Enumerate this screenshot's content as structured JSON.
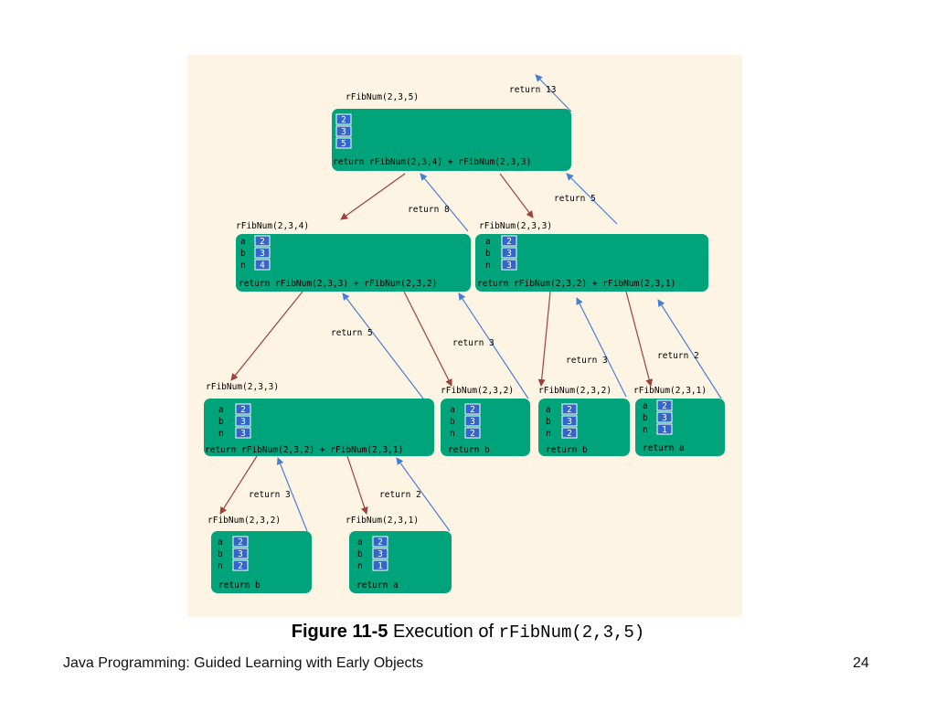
{
  "colors": {
    "box": "#00a37a",
    "call_arrow": "#a0403a",
    "return_arrow": "#4a7fcf",
    "panel": "#fdf4e4"
  },
  "nodes": [
    {
      "id": "n0",
      "call": "rFibNum(2,3,5)",
      "a": "2",
      "b": "3",
      "n": "5",
      "expr": "return rFibNum(2,3,4) + rFibNum(2,3,3)"
    },
    {
      "id": "n1",
      "call": "rFibNum(2,3,4)",
      "a": "2",
      "b": "3",
      "n": "4",
      "expr": "return rFibNum(2,3,3) + rFibNum(2,3,2)"
    },
    {
      "id": "n2",
      "call": "rFibNum(2,3,3)",
      "a": "2",
      "b": "3",
      "n": "3",
      "expr": "return rFibNum(2,3,2) + rFibNum(2,3,1)"
    },
    {
      "id": "n3",
      "call": "rFibNum(2,3,3)",
      "a": "2",
      "b": "3",
      "n": "3",
      "expr": "return rFibNum(2,3,2) + rFibNum(2,3,1)"
    },
    {
      "id": "n4",
      "call": "rFibNum(2,3,2)",
      "a": "2",
      "b": "3",
      "n": "2",
      "expr": "return b"
    },
    {
      "id": "n5",
      "call": "rFibNum(2,3,2)",
      "a": "2",
      "b": "3",
      "n": "2",
      "expr": "return b"
    },
    {
      "id": "n6",
      "call": "rFibNum(2,3,1)",
      "a": "2",
      "b": "3",
      "n": "1",
      "expr": "return a"
    },
    {
      "id": "n7",
      "call": "rFibNum(2,3,2)",
      "a": "2",
      "b": "3",
      "n": "2",
      "expr": "return b"
    },
    {
      "id": "n8",
      "call": "rFibNum(2,3,1)",
      "a": "2",
      "b": "3",
      "n": "1",
      "expr": "return a"
    }
  ],
  "var_labels": {
    "a": "a",
    "b": "b",
    "n": "n"
  },
  "returns": [
    {
      "id": "r0",
      "text": "return 13"
    },
    {
      "id": "r1",
      "text": "return 8"
    },
    {
      "id": "r2",
      "text": "return 5"
    },
    {
      "id": "r3",
      "text": "return 5"
    },
    {
      "id": "r4",
      "text": "return 3"
    },
    {
      "id": "r5",
      "text": "return 3"
    },
    {
      "id": "r6",
      "text": "return 2"
    },
    {
      "id": "r7",
      "text": "return 3"
    },
    {
      "id": "r8",
      "text": "return 2"
    }
  ],
  "caption": {
    "figure": "Figure 11-5",
    "text": " Execution of ",
    "code": "rFibNum(2,3,5)"
  },
  "footer": {
    "left": "Java Programming: Guided Learning with Early Objects",
    "page": "24"
  }
}
